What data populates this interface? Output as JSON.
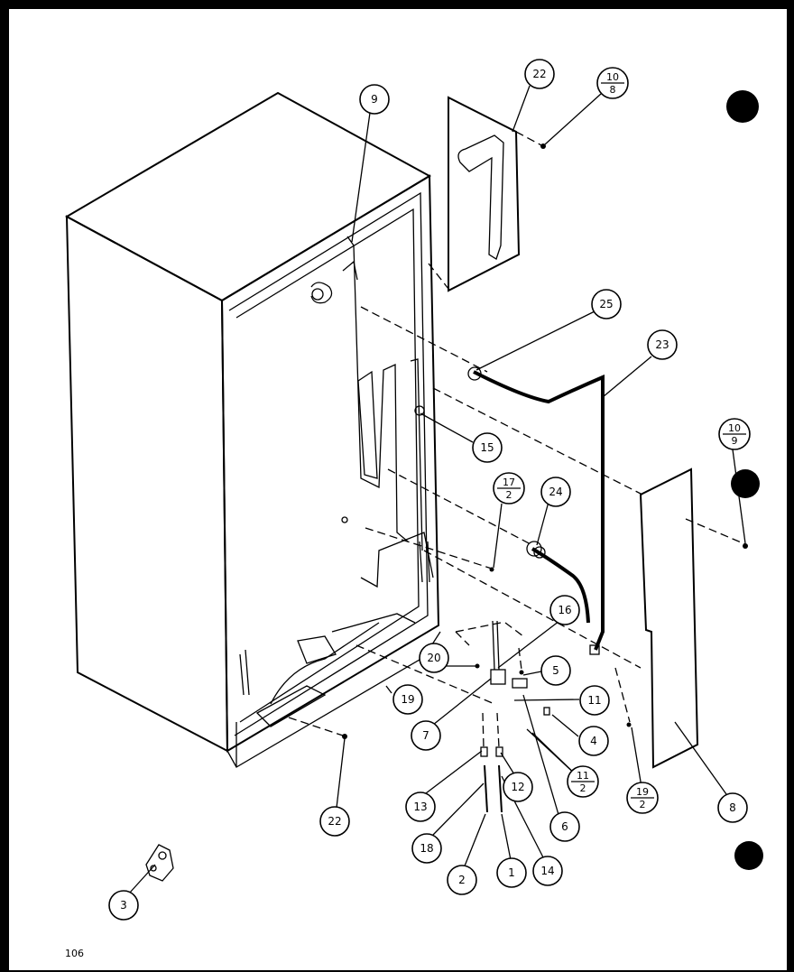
{
  "page_number": "106",
  "callouts": {
    "c1": "1",
    "c2": "2",
    "c3": "3",
    "c4": "4",
    "c5": "5",
    "c6": "6",
    "c7": "7",
    "c8": "8",
    "c9": "9",
    "c11": "11",
    "c12": "12",
    "c13": "13",
    "c14": "14",
    "c15": "15",
    "c16": "16",
    "c18": "18",
    "c19": "19",
    "c20": "20",
    "c22a": "22",
    "c22b": "22",
    "c23": "23",
    "c24": "24",
    "c25": "25"
  },
  "fraction_callouts": {
    "f10_8": {
      "top": "10",
      "bottom": "8"
    },
    "f10_9": {
      "top": "10",
      "bottom": "9"
    },
    "f17_2": {
      "top": "17",
      "bottom": "2"
    },
    "f11_2": {
      "top": "11",
      "bottom": "2"
    },
    "f19_2": {
      "top": "19",
      "bottom": "2"
    }
  }
}
